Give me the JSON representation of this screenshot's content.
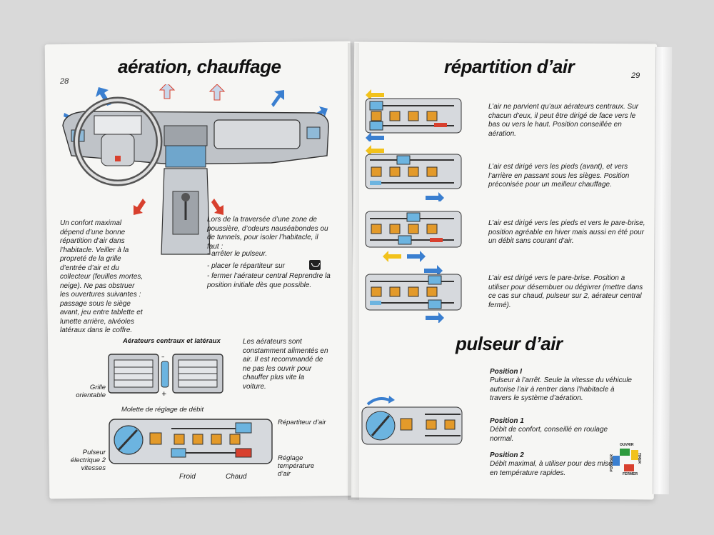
{
  "left_page": {
    "page_number": "28",
    "title": "aération, chauffage",
    "intro_text": "Un confort maximal dépend d’une bonne répartition d’air dans l’habitacle. Veiller à la propreté de la grille d’entrée d’air et du collecteur (feuilles mortes, neige). Ne pas obstruer les ouvertures suivantes : passage sous le siège avant, jeu entre tablette et lunette arrière, alvéoles latéraux dans le coffre.",
    "tunnel_text_1": "Lors de la traversée d’une zone de poussière, d’odeurs nauséabondes ou de tunnels, pour isoler l’habitacle, il faut :",
    "tunnel_step_1": "- arrêter le pulseur.",
    "tunnel_step_2": "- placer le répartiteur sur",
    "tunnel_step_3": "- fermer l’aérateur central Reprendre la position initiale dès que possible.",
    "vents_title": "Aérateurs centraux et latéraux",
    "vents_text": "Les aérateurs sont constamment alimentés en air. Il est recommandé de ne pas les ouvrir pour chauffer plus vite la voiture.",
    "label_grille": "Grille orientable",
    "label_molette": "Molette de réglage de débit",
    "label_pulseur": "Pulseur électrique 2 vitesses",
    "label_repartiteur": "Répartiteur d’air",
    "label_reglage": "Réglage température d’air",
    "label_froid": "Froid",
    "label_chaud": "Chaud"
  },
  "right_page": {
    "page_number": "29",
    "title": "répartition d’air",
    "modes": [
      {
        "text": "L’air ne parvient qu’aux aérateurs centraux. Sur chacun d’eux, il peut être dirigé de face vers le bas ou vers le haut. Position conseillée en aération."
      },
      {
        "text": "L’air est dirigé vers les pieds (avant), et vers l’arrière en passant sous les sièges. Position préconisée pour un meilleur chauffage."
      },
      {
        "text": "L’air est dirigé vers les pieds et vers le pare-brise, position agréable en hiver mais aussi en été pour un débit sans courant d’air."
      },
      {
        "text": "L’air est dirigé vers le pare-brise. Position a utiliser pour désembuer ou dégivrer (mettre dans ce cas sur chaud, pulseur sur 2, aérateur central fermé)."
      }
    ],
    "blower_title": "pulseur d’air",
    "positions": [
      {
        "title": "Position I",
        "text": "Pulseur à l’arrêt. Seule la vitesse du véhicule autorise l’air à rentrer dans l’habitacle à travers le système d’aération."
      },
      {
        "title": "Position 1",
        "text": "Débit de confort, conseillé en roulage normal."
      },
      {
        "title": "Position 2",
        "text": "Débit maximal, à utiliser pour des mises en température rapides."
      }
    ],
    "logo_words": [
      "OUVRIR",
      "TIRER",
      "FERMER",
      "POUSSER"
    ]
  },
  "colors": {
    "arrow_blue": "#3a7fd0",
    "arrow_red": "#d8402e",
    "arrow_yellow": "#f2c21b",
    "panel_blue": "#6cb4e0",
    "panel_grey": "#c8ccd2",
    "knob_orange": "#e39a2a"
  }
}
